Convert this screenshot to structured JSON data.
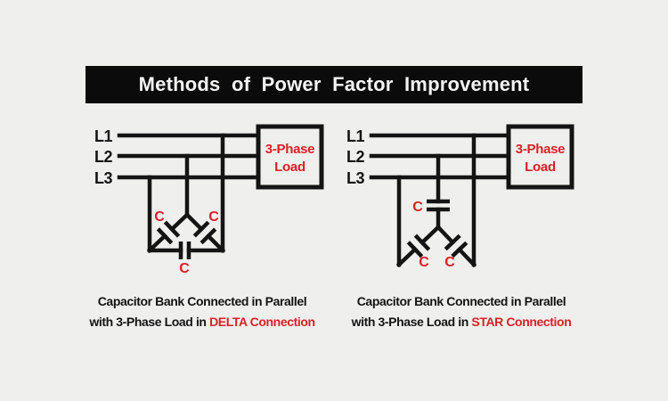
{
  "title": "Methods of Power Factor Improvement",
  "colors": {
    "background": "#efefed",
    "ink": "#141414",
    "accent_red": "#da2128",
    "title_bar_bg": "#0b0b0b",
    "title_bar_fg": "#f4f4f3"
  },
  "delta": {
    "phases": [
      "L1",
      "L2",
      "L3"
    ],
    "load": {
      "line1": "3-Phase",
      "line2": "Load"
    },
    "caps": {
      "left": "C",
      "right": "C",
      "bottom": "C"
    },
    "caption": {
      "line1": "Capacitor Bank Connected in Parallel",
      "line2_prefix": "with 3-Phase Load in",
      "highlight": "DELTA Connection"
    }
  },
  "star": {
    "phases": [
      "L1",
      "L2",
      "L3"
    ],
    "load": {
      "line1": "3-Phase",
      "line2": "Load"
    },
    "caps": {
      "top": "C",
      "left": "C",
      "right": "C"
    },
    "caption": {
      "line1": "Capacitor Bank Connected in Parallel",
      "line2_prefix": "with 3-Phase Load in",
      "highlight": "STAR Connection"
    }
  }
}
